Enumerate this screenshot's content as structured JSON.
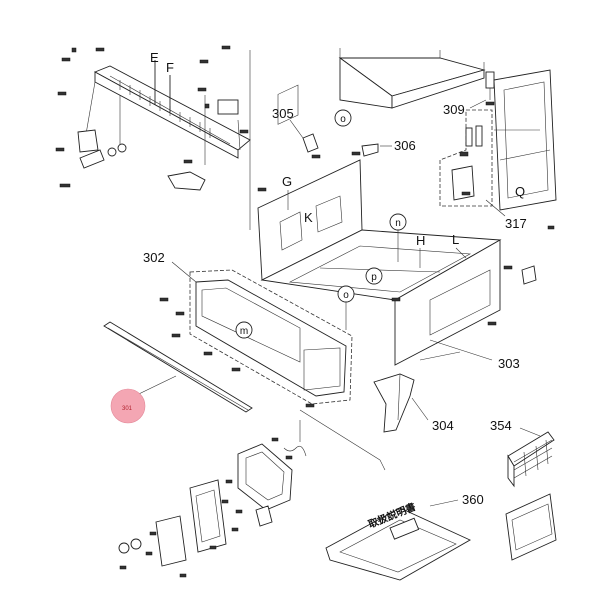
{
  "callouts": {
    "c305": "305",
    "c306": "306",
    "c309": "309",
    "c317": "317",
    "c302": "302",
    "c303": "303",
    "c304": "304",
    "c354": "354",
    "c360": "360",
    "c301": "301"
  },
  "letters": {
    "E": "E",
    "F": "F",
    "G": "G",
    "K": "K",
    "H": "H",
    "L": "L",
    "Q": "Q"
  },
  "circled": {
    "o_top": "o",
    "n": "n",
    "p": "p",
    "o_mid": "o",
    "m": "m"
  },
  "manual_text": "取扱説明書",
  "highlight_color": "#f4a6b3"
}
